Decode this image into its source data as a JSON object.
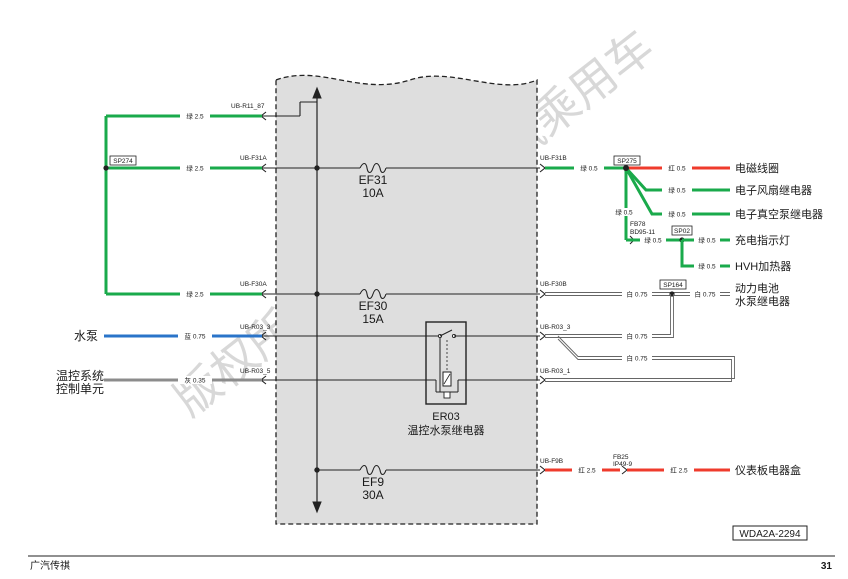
{
  "watermark": "版权所有(c)2016广汽乘用车",
  "diagram_id": "WDA2A-2294",
  "footer": {
    "brand": "广汽传祺",
    "page": "31"
  },
  "colors": {
    "green": "#1aaa4b",
    "red": "#ef3b2c",
    "blue": "#2a74c9",
    "gray": "#8c8c8c",
    "black": "#222222",
    "fuse_box_fill": "#dedede"
  },
  "splices": {
    "sp274": "SP274",
    "sp275": "SP275",
    "sp02": "SP02",
    "sp164": "SP164"
  },
  "connectors": {
    "ub_r11_87": "UB-R11_87",
    "ub_f31a": "UB-F31A",
    "ub_f31b": "UB-F31B",
    "ub_f30a": "UB-F30A",
    "ub_f30b": "UB-F30B",
    "ub_r03_3_left": "UB-R03_3",
    "ub_r03_3_right": "UB-R03_3",
    "ub_r03_5": "UB-R03_5",
    "ub_r03_1": "UB-R03_1",
    "ub_f9b": "UB-F9B",
    "fb78": "FB78",
    "bd95_11": "BD95-11",
    "fb25": "FB25",
    "ip49_9": "IP49-9"
  },
  "fuses": {
    "ef31": {
      "name": "EF31",
      "rating": "10A"
    },
    "ef30": {
      "name": "EF30",
      "rating": "15A"
    },
    "ef9": {
      "name": "EF9",
      "rating": "30A"
    }
  },
  "relay": {
    "name": "ER03",
    "label": "温控水泵继电器"
  },
  "wires": {
    "w_r11": "绿 2.5",
    "w_f31a": "绿 2.5",
    "w_f30a": "绿 2.5",
    "w_f31b": "绿 0.5",
    "w_coil": "红 0.5",
    "w_fan": "绿 0.5",
    "w_vac": "绿 0.5",
    "w_drop": "绿 0.5",
    "w_sp02_in": "绿 0.5",
    "w_charge": "绿 0.5",
    "w_hvh": "绿 0.5",
    "w_f30b": "白 0.75",
    "w_sp164": "白 0.75",
    "w_pump": "蓝 0.75",
    "w_r03_3": "白 0.75",
    "w_r03_1": "白 0.75",
    "w_temp": "灰 0.35",
    "w_f9b": "红 2.5",
    "w_f9b_out": "红 2.5"
  },
  "components": {
    "coil": "电磁线圈",
    "fan_relay": "电子风扇继电器",
    "vacuum_relay": "电子真空泵继电器",
    "charge_lamp": "充电指示灯",
    "hvh": "HVH加热器",
    "battery_pump_l1": "动力电池",
    "battery_pump_l2": "水泵继电器",
    "water_pump": "水泵",
    "temp_ctrl_l1": "温控系统",
    "temp_ctrl_l2": "控制单元",
    "ip_box": "仪表板电器盒"
  }
}
